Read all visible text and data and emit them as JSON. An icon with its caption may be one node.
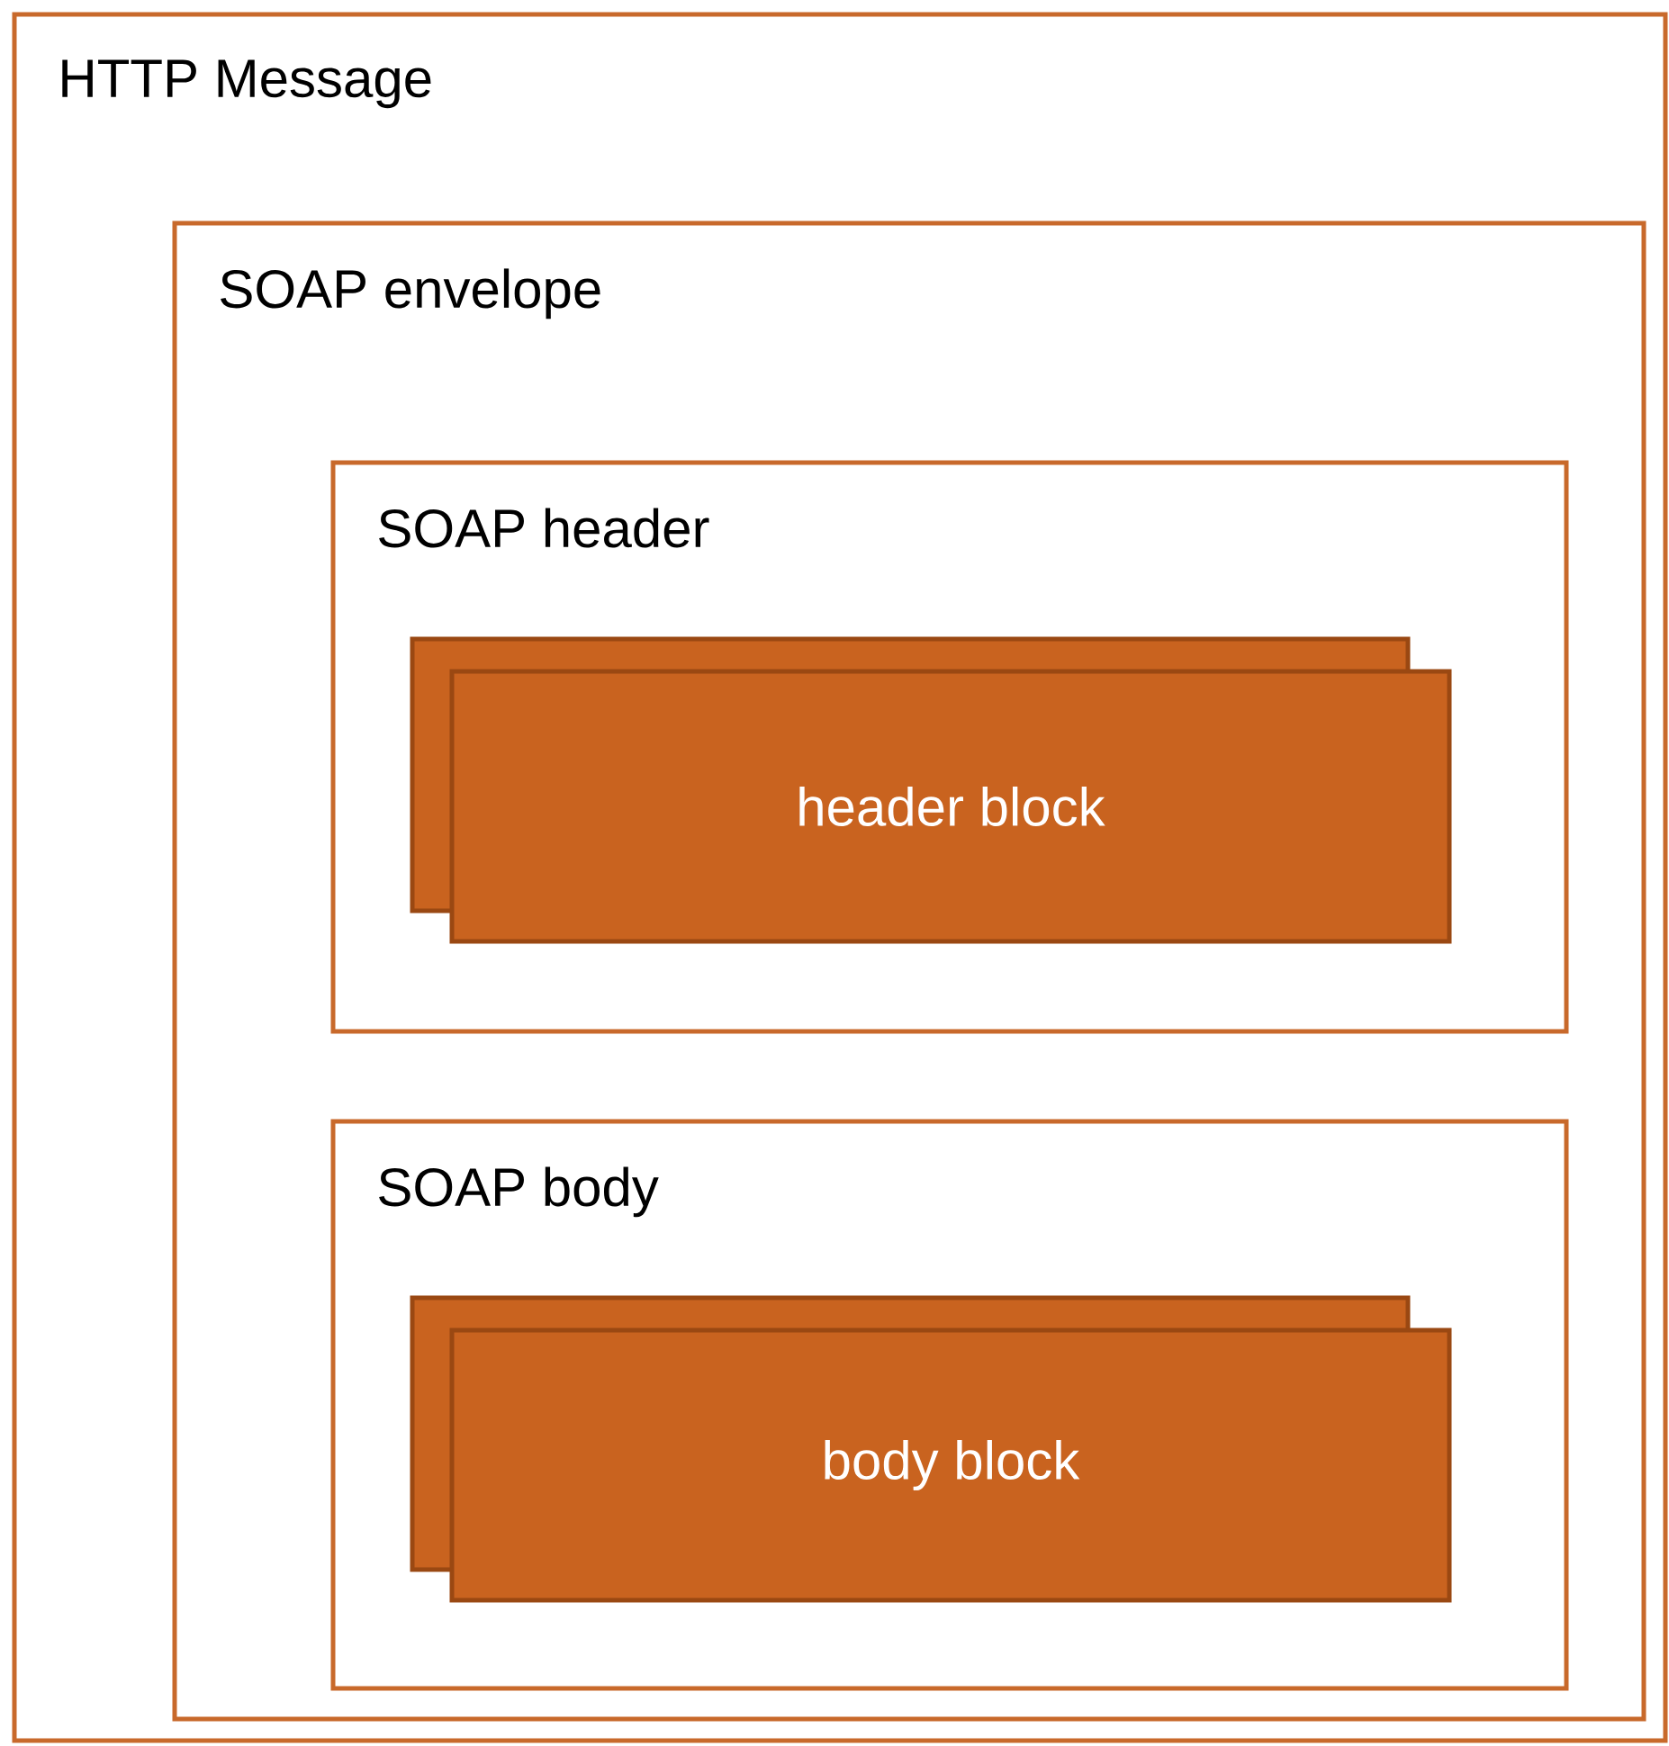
{
  "diagram": {
    "nodes": [
      {
        "text": [
          "HTTP Message"
        ]
      },
      {
        "text": [
          "SOAP envelope"
        ],
        "in": 0
      },
      {
        "text": [
          "SOAP header"
        ],
        "in": 1
      },
      {
        "text": [],
        "shape": "box",
        "in": 2
      },
      {
        "text": [
          "header block"
        ],
        "in": 2
      },
      {
        "text": [
          "SOAP body"
        ],
        "in": 1
      },
      {
        "text": [],
        "shape": "box",
        "in": 5
      },
      {
        "text": [
          "body block"
        ],
        "in": 5
      }
    ]
  }
}
